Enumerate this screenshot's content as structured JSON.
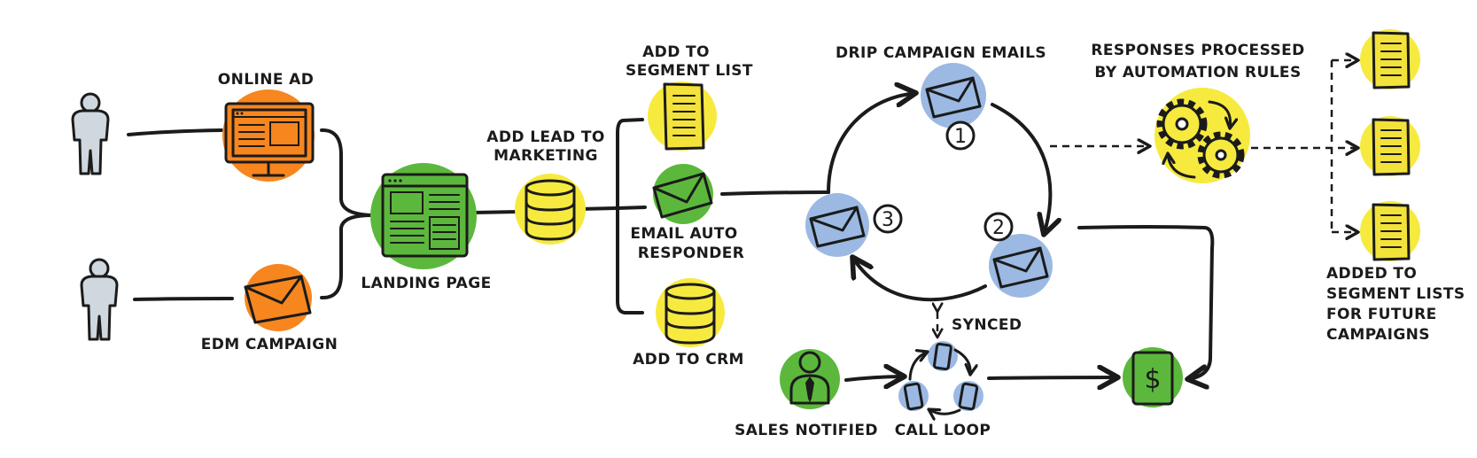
{
  "colors": {
    "orange": "#f7861e",
    "green": "#5cb83c",
    "yellow": "#f7ea3f",
    "blue": "#9bb9e2",
    "person": "#cfd8de",
    "doc": "#f3e23a",
    "ink": "#1b1b1b"
  },
  "labels": {
    "online_ad": "ONLINE AD",
    "edm_campaign": "EDM CAMPAIGN",
    "landing_page": "LANDING PAGE",
    "add_lead_line1": "ADD LEAD TO",
    "add_lead_line2": "MARKETING",
    "segment_line1": "ADD TO",
    "segment_line2": "SEGMENT LIST",
    "autoresp_line1": "EMAIL AUTO",
    "autoresp_line2": "RESPONDER",
    "add_to_crm": "ADD TO CRM",
    "drip_title": "DRIP CAMPAIGN EMAILS",
    "step1": "1",
    "step2": "2",
    "step3": "3",
    "responses_line1": "RESPONSES PROCESSED",
    "responses_line2": "BY AUTOMATION RULES",
    "added_line1": "ADDED TO",
    "added_line2": "SEGMENT LISTS",
    "added_line3": "FOR FUTURE",
    "added_line4": "CAMPAIGNS",
    "synced": "SYNCED",
    "sales_notified": "SALES NOTIFIED",
    "call_loop": "CALL LOOP",
    "dollar": "$"
  }
}
